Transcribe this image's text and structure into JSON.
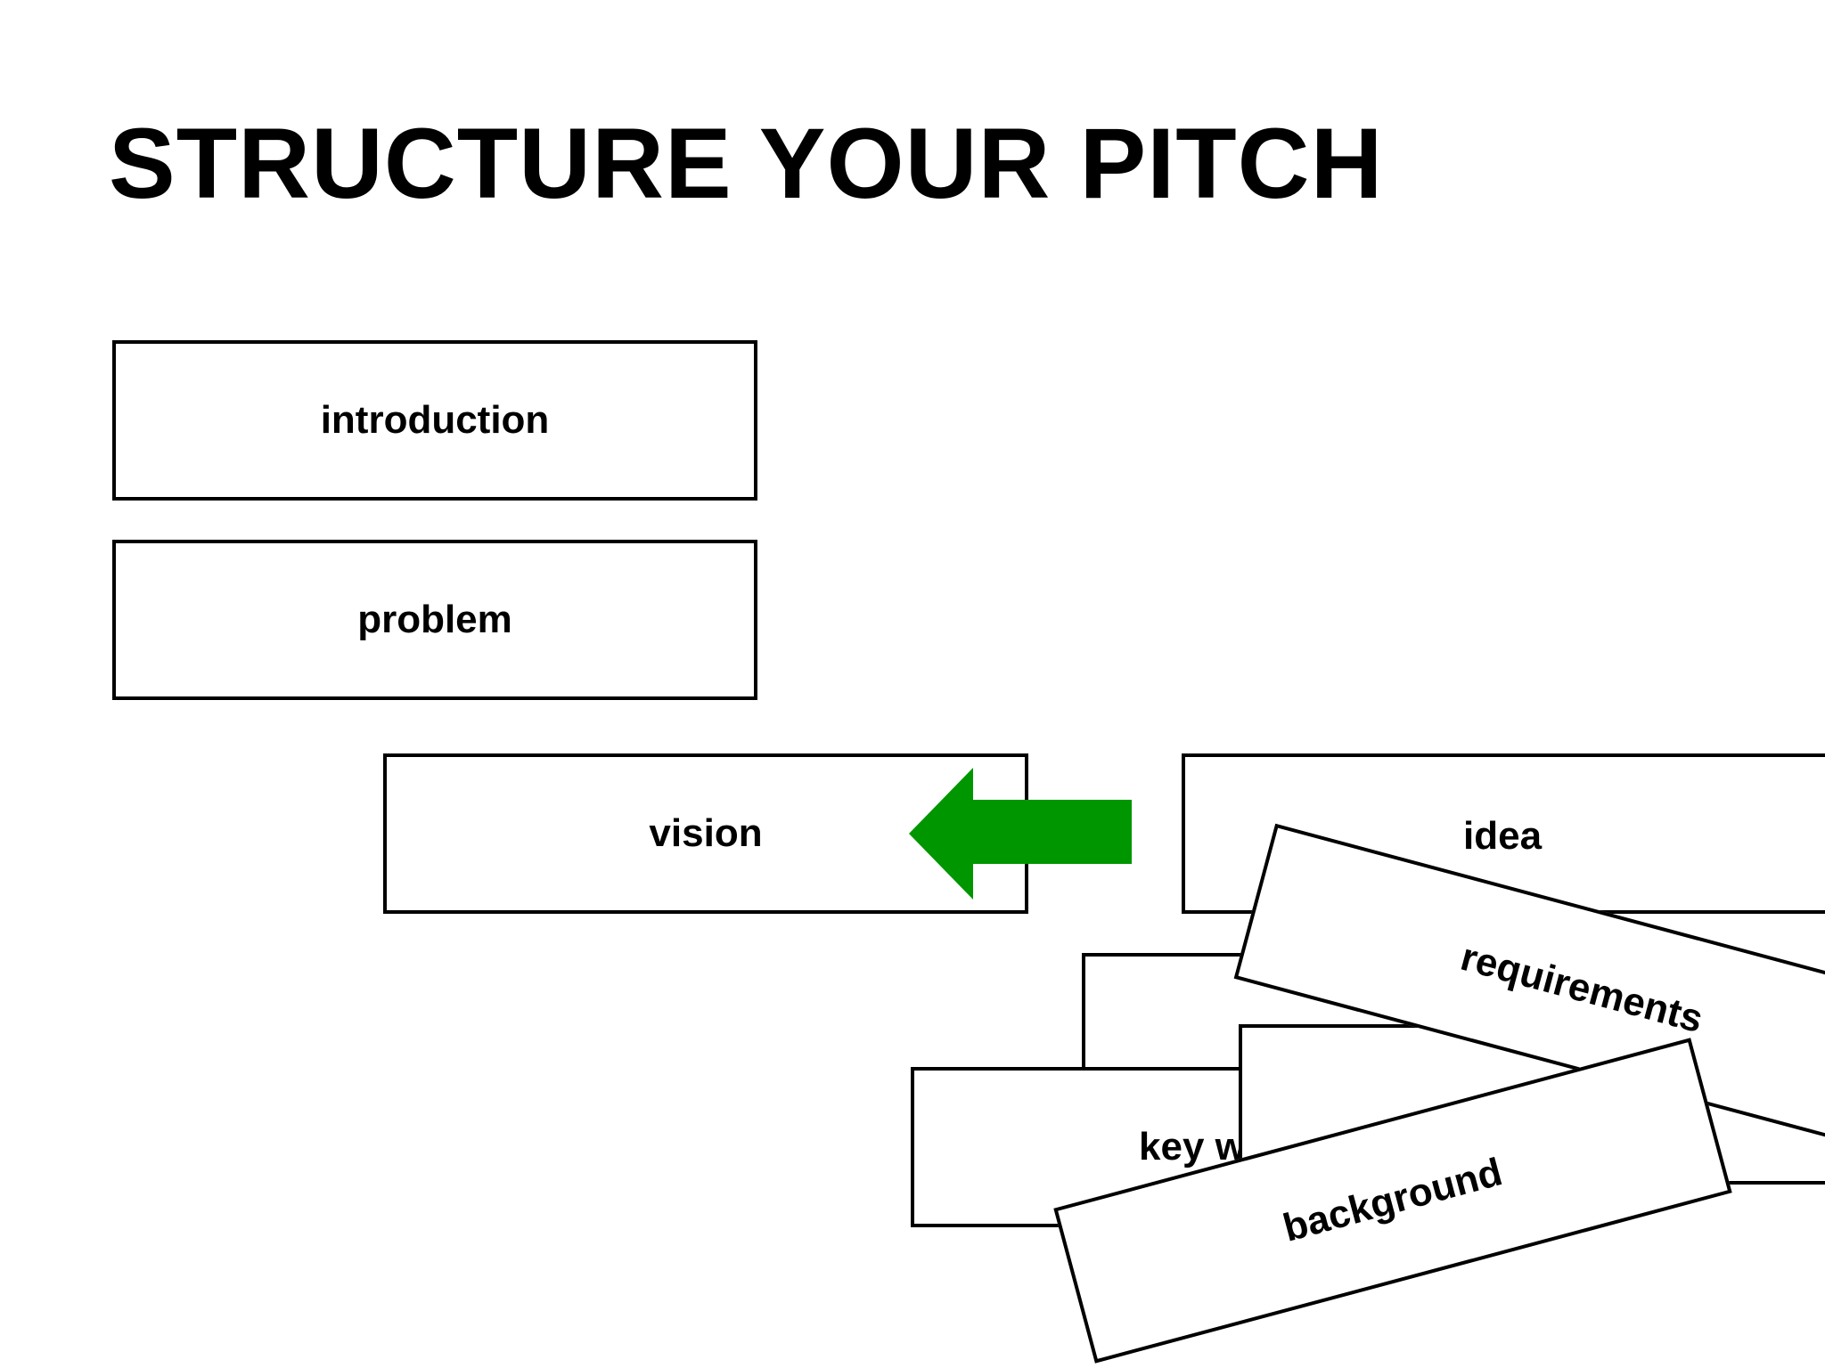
{
  "slide": {
    "title": "STRUCTURE YOUR PITCH",
    "cards": {
      "introduction": "introduction",
      "problem": "problem",
      "vision": "vision",
      "idea": "idea",
      "key": "key w",
      "requirements": "requirements",
      "background": "background"
    },
    "arrow_color": "#009600"
  }
}
